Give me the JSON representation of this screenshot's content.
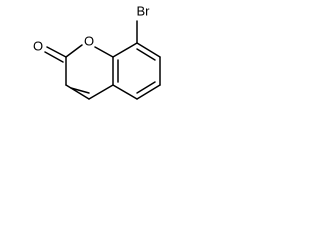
{
  "molecule": {
    "atom_labels": {
      "bromine": "Br",
      "ring_oxygen": "O",
      "carbonyl_oxygen": "O"
    }
  }
}
